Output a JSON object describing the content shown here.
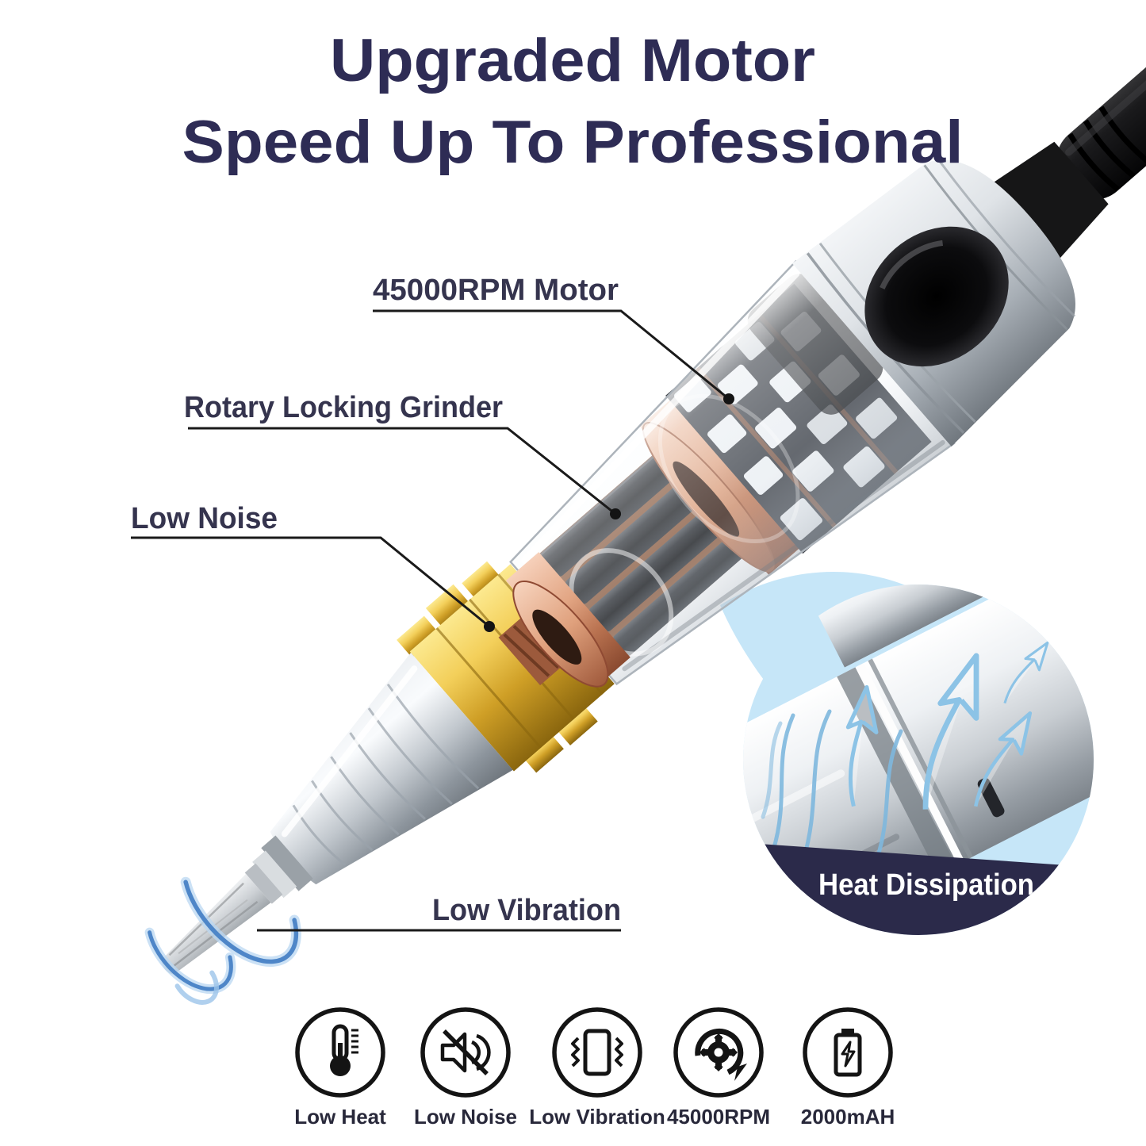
{
  "title": {
    "line1": "Upgraded Motor",
    "line2": "Speed Up To Professional"
  },
  "callouts": {
    "motor": "45000RPM Motor",
    "grinder": "Rotary Locking Grinder",
    "noise": "Low Noise",
    "vibration": "Low Vibration"
  },
  "inset": {
    "label": "Heat Dissipation"
  },
  "features": [
    {
      "icon": "thermometer-icon",
      "label": "Low Heat"
    },
    {
      "icon": "muted-speaker-icon",
      "label": "Low Noise"
    },
    {
      "icon": "vibrating-phone-icon",
      "label": "Low Vibration"
    },
    {
      "icon": "rotating-gear-icon",
      "label": "45000RPM"
    },
    {
      "icon": "battery-bolt-icon",
      "label": "2000mAH"
    }
  ],
  "colors": {
    "title_navy": "#2e2c55",
    "label_navy": "#35344e",
    "leader_line": "#1a1a1a",
    "banner_navy": "#2b2a4a",
    "inset_light_blue": "#c6e6f8",
    "arrow_blue": "#8cc3e6",
    "glow_blue": "#4e86c8",
    "gold": "#d9ab2f",
    "copper": "#dd9d7f",
    "icon_black": "#141414"
  }
}
